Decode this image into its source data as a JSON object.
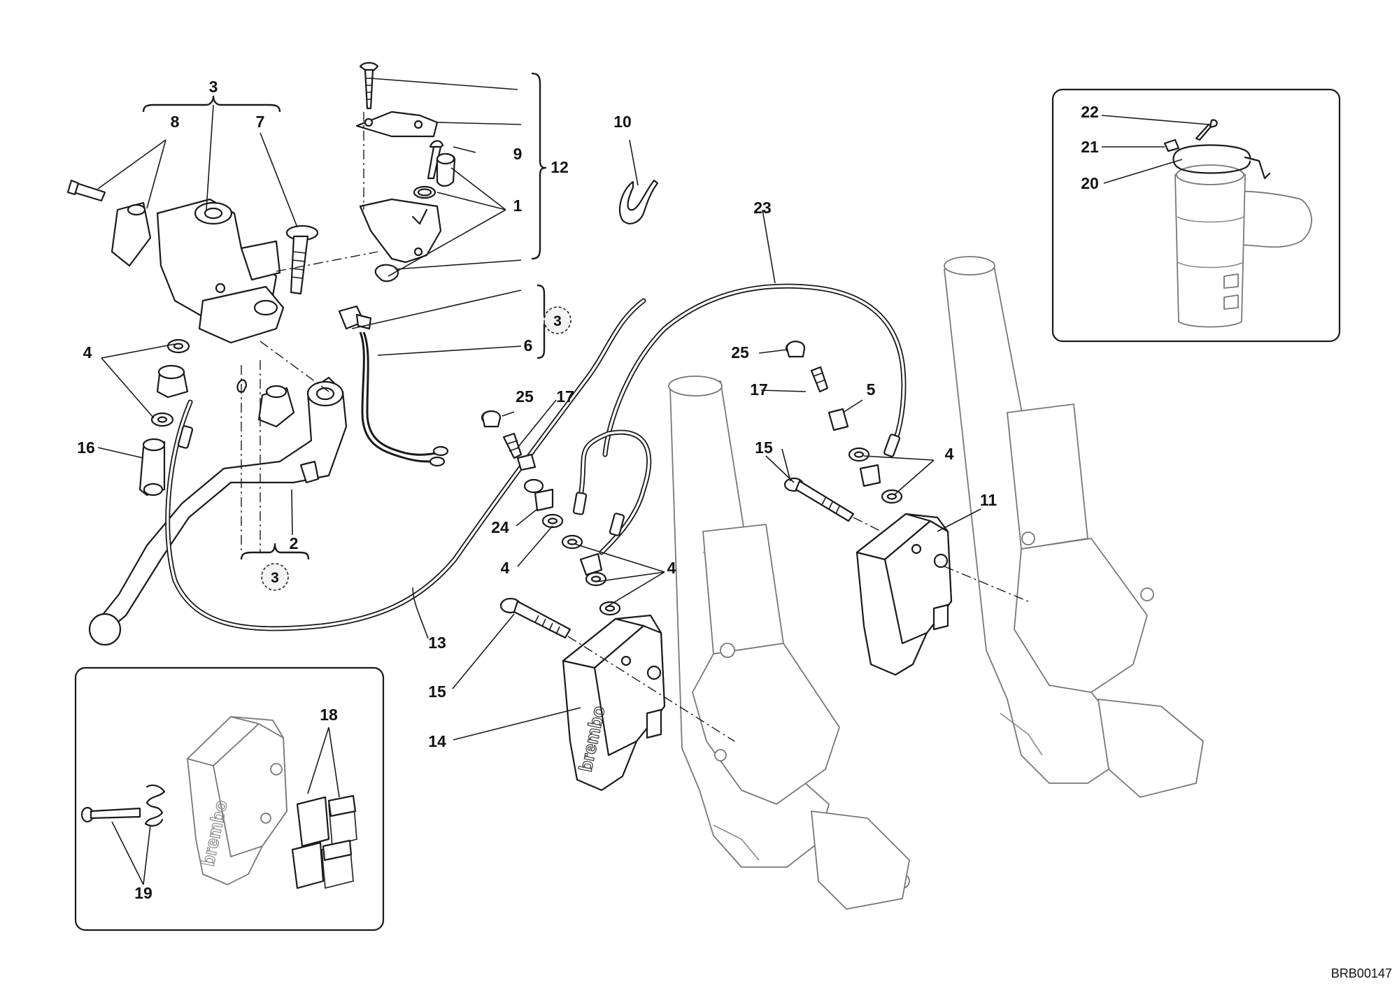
{
  "diagram": {
    "code": "BRB00147",
    "part_labels": {
      "p1": "1",
      "p2": "2",
      "p3_top": "3",
      "p4_a": "4",
      "p4_b": "4",
      "p4_c": "4",
      "p4_d": "4",
      "p5": "5",
      "p6": "6",
      "p7": "7",
      "p8": "8",
      "p9": "9",
      "p10": "10",
      "p11": "11",
      "p12": "12",
      "p13": "13",
      "p14": "14",
      "p15_a": "15",
      "p15_b": "15",
      "p16": "16",
      "p17_a": "17",
      "p17_b": "17",
      "p18": "18",
      "p19": "19",
      "p20": "20",
      "p21": "21",
      "p22": "22",
      "p23": "23",
      "p24": "24",
      "p25_a": "25",
      "p25_b": "25"
    },
    "reference_marks": {
      "ref_switch": "3",
      "ref_lever": "3"
    },
    "caliper_brand": "brembo"
  }
}
